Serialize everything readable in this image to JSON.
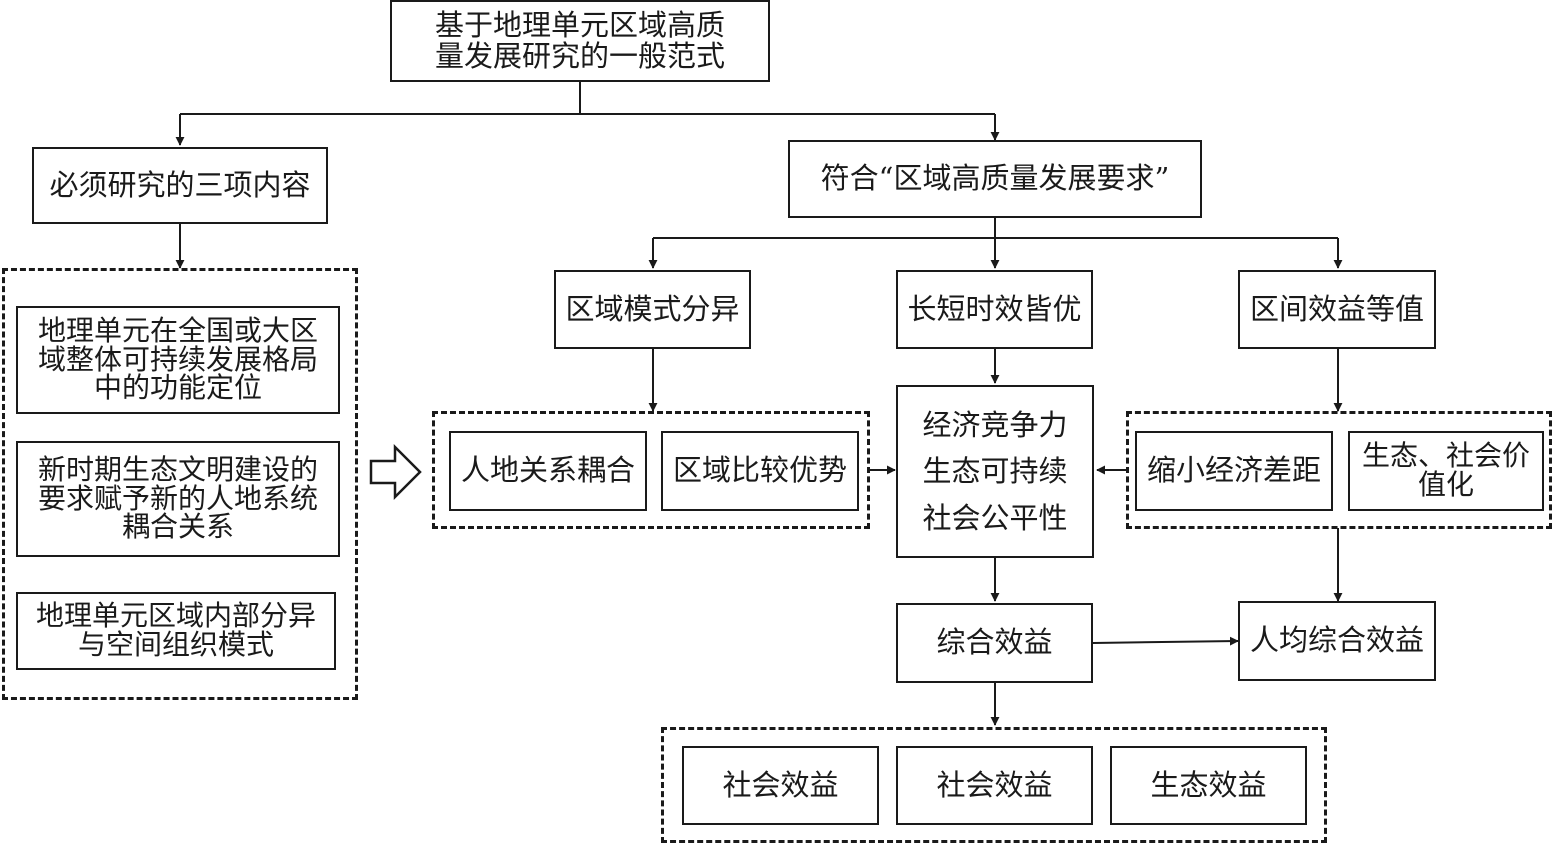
{
  "title": [
    "基于地理单元区域高质",
    "量发展研究的一般范式"
  ],
  "left": {
    "header": "必须研究的三项内容",
    "items": [
      [
        "地理单元在全国或大区",
        "域整体可持续发展格局",
        "中的功能定位"
      ],
      [
        "新时期生态文明建设的",
        "要求赋予新的人地系统",
        "耦合关系"
      ],
      [
        "地理单元区域内部分异",
        "与空间组织模式"
      ]
    ]
  },
  "right": {
    "header": "符合“区域高质量发展要求”",
    "branches": [
      "区域模式分异",
      "长短时效皆优",
      "区间效益等值"
    ],
    "left_group": [
      "人地关系耦合",
      "区域比较优势"
    ],
    "core": [
      "经济竞争力",
      "生态可持续",
      "社会公平性"
    ],
    "right_group": [
      "缩小经济差距",
      "生态、社会价值化"
    ],
    "combined": "综合效益",
    "per_capita": "人均综合效益",
    "benefits": [
      "社会效益",
      "社会效益",
      "生态效益"
    ]
  }
}
